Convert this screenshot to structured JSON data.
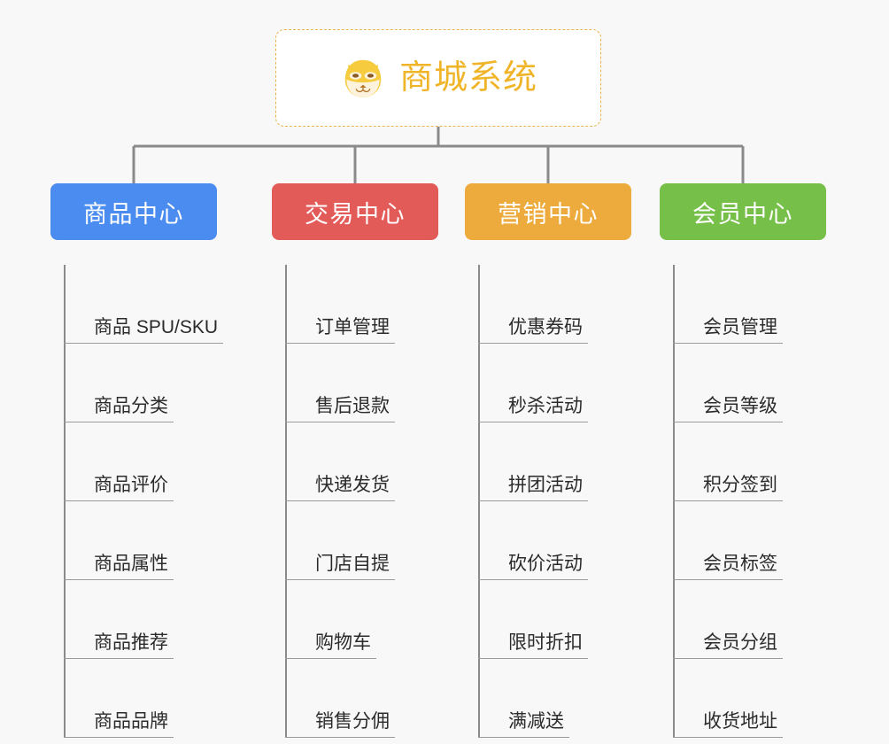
{
  "diagram": {
    "type": "org-tree",
    "background_color": "#f8f8f8",
    "root": {
      "title": "商城系统",
      "icon": "shiba-dog-face-icon",
      "border_color": "#e8b44a",
      "text_color": "#f0b429",
      "background_color": "#ffffff"
    },
    "connector_color": "#8a8a8a",
    "branches": [
      {
        "label": "商品中心",
        "color": "#4a8cf0",
        "items": [
          "商品 SPU/SKU",
          "商品分类",
          "商品评价",
          "商品属性",
          "商品推荐",
          "商品品牌"
        ]
      },
      {
        "label": "交易中心",
        "color": "#e35b58",
        "items": [
          "订单管理",
          "售后退款",
          "快递发货",
          "门店自提",
          "购物车",
          "销售分佣"
        ]
      },
      {
        "label": "营销中心",
        "color": "#edab3d",
        "items": [
          "优惠券码",
          "秒杀活动",
          "拼团活动",
          "砍价活动",
          "限时折扣",
          "满减送"
        ]
      },
      {
        "label": "会员中心",
        "color": "#76c04a",
        "items": [
          "会员管理",
          "会员等级",
          "积分签到",
          "会员标签",
          "会员分组",
          "收货地址"
        ]
      }
    ]
  }
}
